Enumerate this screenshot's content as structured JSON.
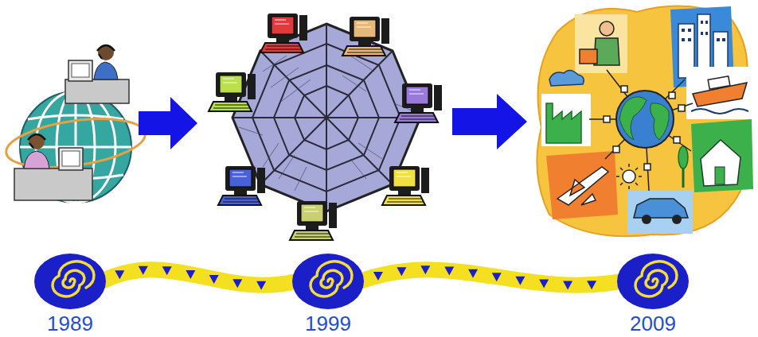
{
  "diagram": {
    "nodes": [
      {
        "text": [
          "1989"
        ]
      },
      {
        "text": [
          "1999"
        ]
      },
      {
        "text": [
          "2009"
        ]
      }
    ],
    "edges": [
      {
        "from": 0,
        "to": 1,
        "arrow": "none"
      },
      {
        "from": 1,
        "to": 2,
        "arrow": "none"
      }
    ]
  }
}
